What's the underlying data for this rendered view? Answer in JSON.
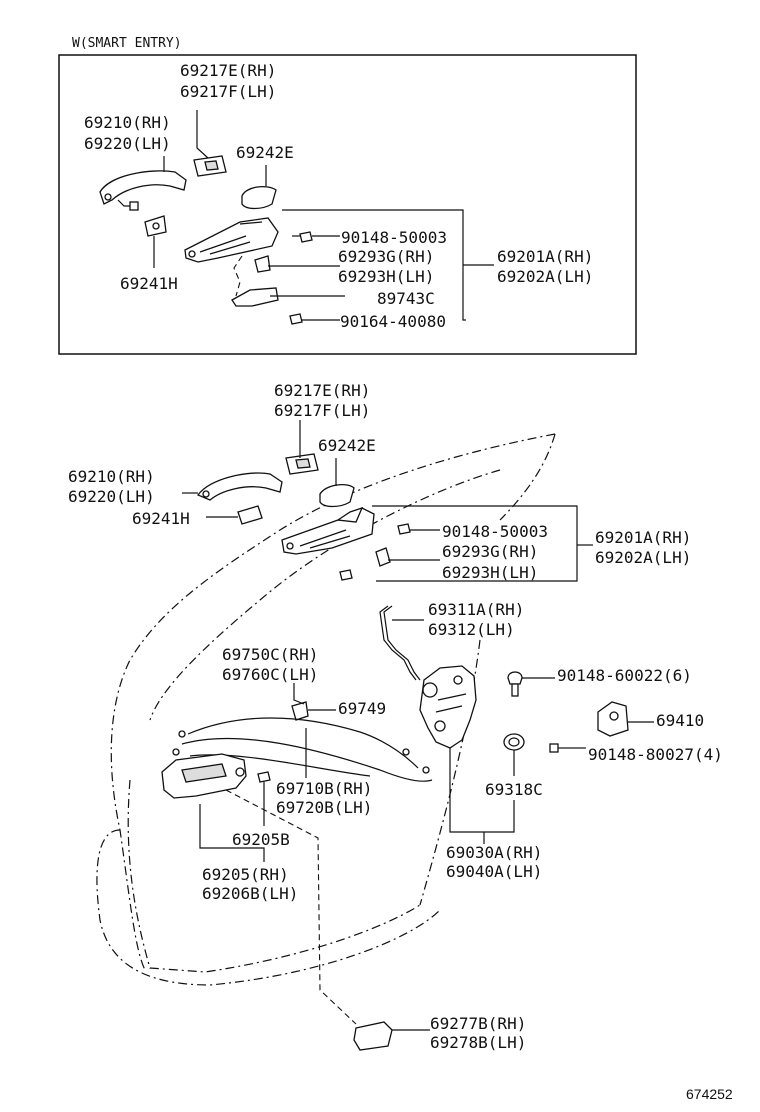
{
  "header": {
    "variant_label": "W(SMART ENTRY)"
  },
  "inset_labels": {
    "handle_cover": [
      "69217E(RH)",
      "69217F(LH)"
    ],
    "outside_handle": [
      "69210(RH)",
      "69220(LH)"
    ],
    "pad": "69242E",
    "bolt_a": "90148-50003",
    "protector": [
      "69293G(RH)",
      "69293H(LH)"
    ],
    "sensor": "89743C",
    "screw": "90164-40080",
    "frame_assy": [
      "69201A(RH)",
      "69202A(LH)"
    ],
    "cover_small": "69241H"
  },
  "main_labels": {
    "handle_cover": [
      "69217E(RH)",
      "69217F(LH)"
    ],
    "pad": "69242E",
    "outside_handle": [
      "69210(RH)",
      "69220(LH)"
    ],
    "cover_small": "69241H",
    "bolt_a": "90148-50003",
    "protector": [
      "69293G(RH)",
      "69293H(LH)"
    ],
    "frame_assy": [
      "69201A(RH)",
      "69202A(LH)"
    ],
    "rod": [
      "69311A(RH)",
      "69312(LH)"
    ],
    "cable_lock": [
      "69750C(RH)",
      "69760C(LH)"
    ],
    "bolt_b": "90148-60022(6)",
    "clamp": "69749",
    "striker": "69410",
    "bolt_c": "90148-80027(4)",
    "cable_handle": [
      "69710B(RH)",
      "69720B(LH)"
    ],
    "bushing": "69318C",
    "clip": "69205B",
    "inside_handle": [
      "69205(RH)",
      "69206B(LH)"
    ],
    "lock_assy": [
      "69030A(RH)",
      "69040A(LH)"
    ],
    "bezel": [
      "69277B(RH)",
      "69278B(LH)"
    ]
  },
  "footer": {
    "figure_number": "674252"
  }
}
